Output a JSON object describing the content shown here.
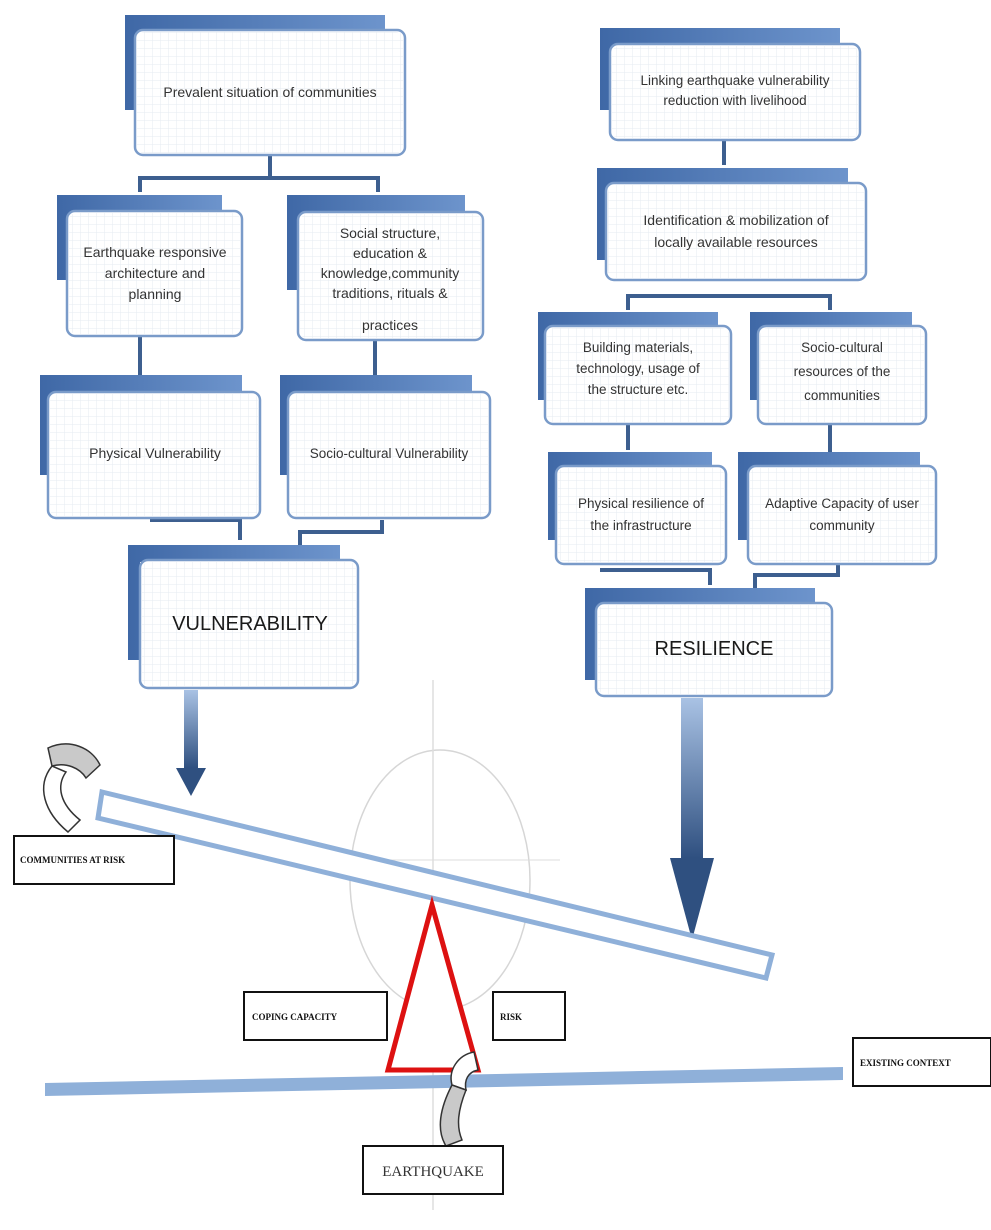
{
  "left_tree": {
    "top": "Prevalent situation of communities",
    "branch_a": [
      "Earthquake responsive",
      "architecture and",
      "planning"
    ],
    "branch_b": [
      "Social structure,",
      "education &",
      "knowledge,community",
      "traditions, rituals &",
      "practices"
    ],
    "physical": "Physical  Vulnerability",
    "socio": "Socio-cultural Vulnerability",
    "result": "VULNERABILITY"
  },
  "right_tree": {
    "top": [
      "Linking earthquake vulnerability",
      "reduction with livelihood"
    ],
    "middle": [
      "Identification & mobilization of",
      "locally available resources"
    ],
    "branch_a": [
      "Building materials,",
      "technology, usage of",
      "the structure etc."
    ],
    "branch_b": [
      "Socio-cultural",
      "resources of the",
      "communities"
    ],
    "physical": [
      "Physical resilience of",
      "the infrastructure"
    ],
    "adaptive": [
      "Adaptive Capacity of user",
      "community"
    ],
    "result": "RESILIENCE"
  },
  "balance_labels": {
    "communities": "COMMUNITIES AT RISK",
    "coping": "COPING CAPACITY",
    "risk": "RISK",
    "context": "EXISTING CONTEXT",
    "earthquake": "EARTHQUAKE"
  },
  "colors": {
    "box_shadow": "#4e79b6",
    "box_border": "#7a9bc9",
    "connector": "#3d5f8f",
    "arrow": "#2f5080",
    "beam": "#8fb0d9",
    "fulcrum": "#dd1111"
  }
}
